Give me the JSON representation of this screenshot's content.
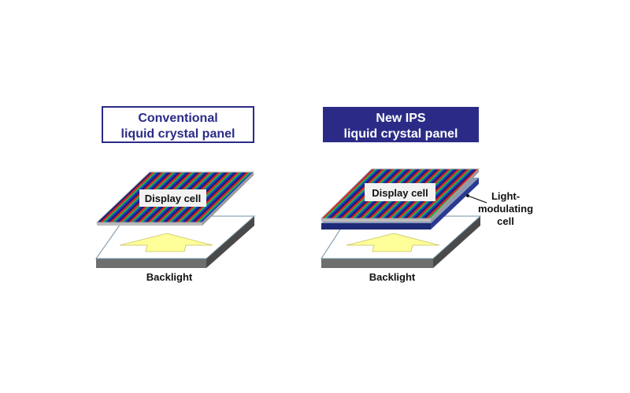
{
  "left": {
    "title_line1": "Conventional",
    "title_line2": "liquid crystal panel",
    "display_label": "Display cell",
    "backlight_label": "Backlight"
  },
  "right": {
    "title_line1": "New IPS",
    "title_line2": "liquid crystal panel",
    "display_label": "Display cell",
    "backlight_label": "Backlight",
    "modulating_label_line1": "Light-",
    "modulating_label_line2": "modulating",
    "modulating_label_line3": "cell"
  },
  "colors": {
    "title_blue": "#2b2b87",
    "stripe_red": "#e0202a",
    "stripe_green": "#22b04a",
    "stripe_blue": "#1a3fc8",
    "arrow_yellow": "#ffff99"
  }
}
